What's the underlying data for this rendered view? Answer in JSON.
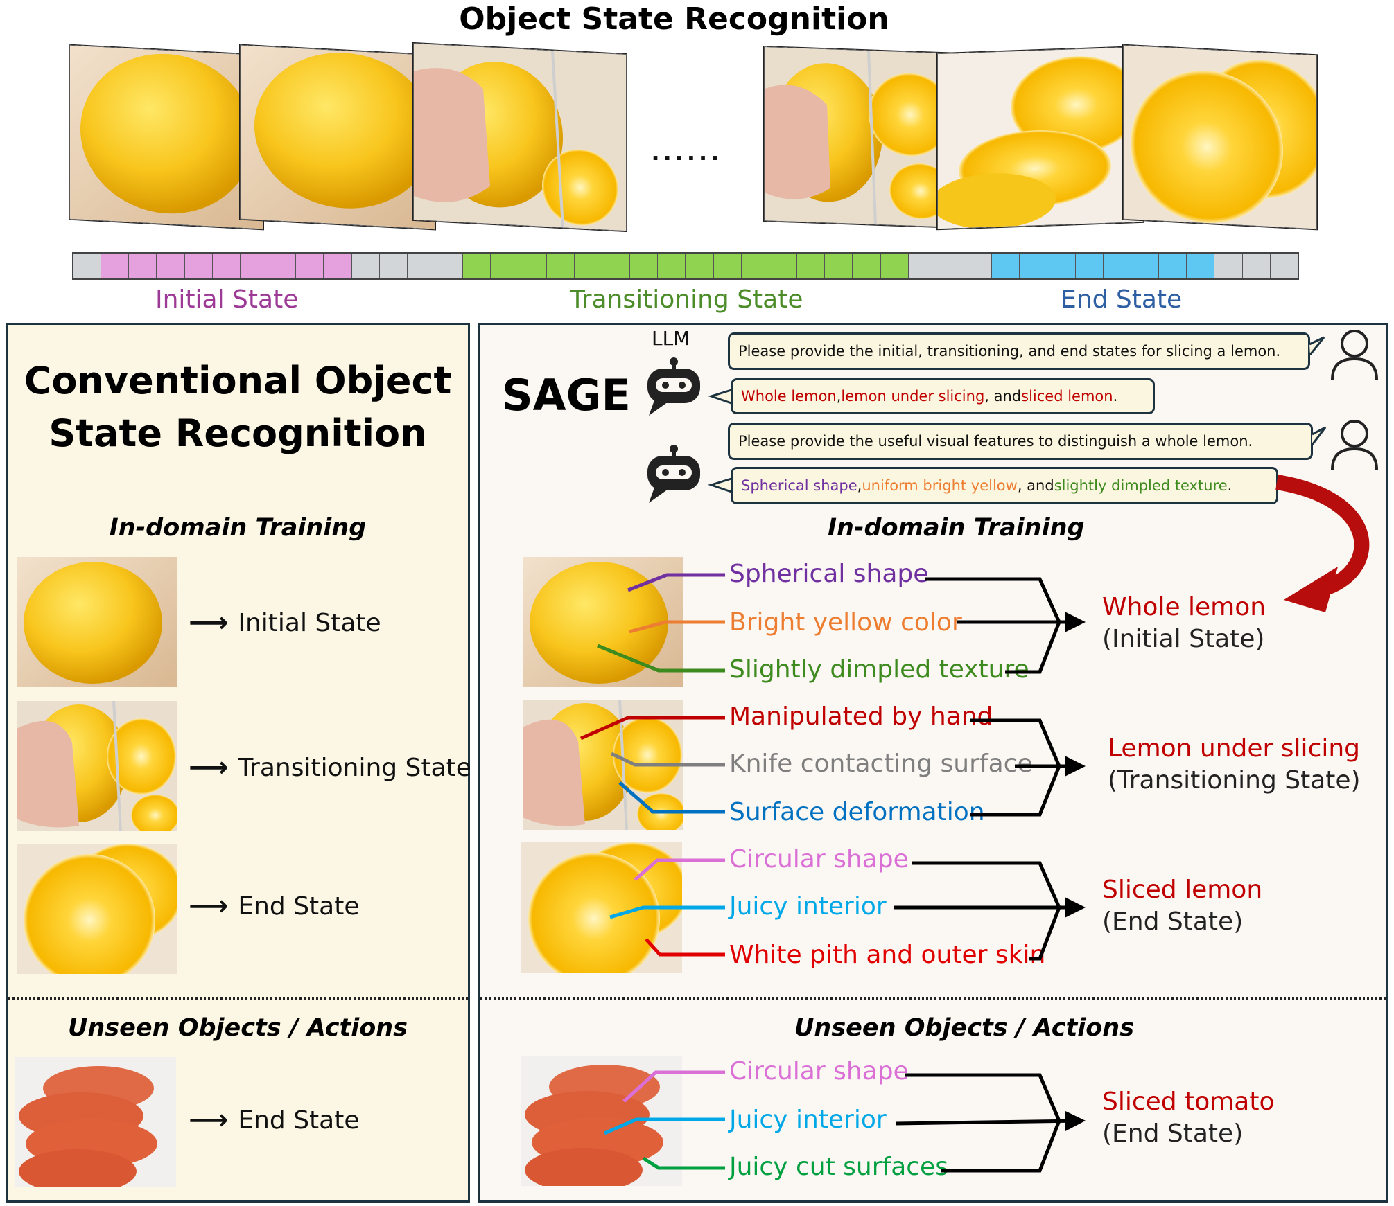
{
  "title": "Object State Recognition",
  "ellipsis": "......",
  "timeline": {
    "cells": [
      "g",
      "p",
      "p",
      "p",
      "p",
      "p",
      "p",
      "p",
      "p",
      "p",
      "g",
      "g",
      "g",
      "g",
      "gr",
      "gr",
      "gr",
      "gr",
      "gr",
      "gr",
      "gr",
      "gr",
      "gr",
      "gr",
      "gr",
      "gr",
      "gr",
      "gr",
      "gr",
      "gr",
      "g",
      "g",
      "g",
      "b",
      "b",
      "b",
      "b",
      "b",
      "b",
      "b",
      "b",
      "g",
      "g",
      "g"
    ],
    "colors": {
      "g": "#d3d6d8",
      "p": "#e5a0de",
      "gr": "#90d350",
      "b": "#5ec8f3"
    },
    "labels": {
      "initial": "Initial State",
      "transitioning": "Transitioning State",
      "end": "End State"
    },
    "label_colors": {
      "initial": "#9c3a96",
      "transitioning": "#4c8d2a",
      "end": "#2e5fa2"
    }
  },
  "left_panel": {
    "title_line1": "Conventional Object",
    "title_line2": "State Recognition",
    "in_domain_heading": "In-domain Training",
    "unseen_heading": "Unseen Objects / Actions",
    "rows": [
      {
        "label": "Initial State"
      },
      {
        "label": "Transitioning State"
      },
      {
        "label": "End State"
      }
    ],
    "unseen_row": {
      "label": "End State"
    },
    "arrow": "⟶"
  },
  "right_panel": {
    "title": "SAGE",
    "llm_label": "LLM",
    "chat": [
      {
        "role": "user",
        "text": "Please provide the initial, transitioning, and end states for slicing a lemon."
      },
      {
        "role": "llm",
        "parts": [
          {
            "text": "Whole lemon",
            "color": "#c00000"
          },
          {
            "text": ", ",
            "color": "#111111"
          },
          {
            "text": "lemon under slicing",
            "color": "#c00000"
          },
          {
            "text": ", and ",
            "color": "#111111"
          },
          {
            "text": "sliced lemon",
            "color": "#c00000"
          },
          {
            "text": ".",
            "color": "#111111"
          }
        ]
      },
      {
        "role": "user",
        "text": "Please provide the useful visual features to distinguish a whole lemon."
      },
      {
        "role": "llm",
        "parts": [
          {
            "text": "Spherical shape",
            "color": "#7030a0"
          },
          {
            "text": ", ",
            "color": "#111111"
          },
          {
            "text": "uniform bright yellow",
            "color": "#ed7d31"
          },
          {
            "text": ", and ",
            "color": "#111111"
          },
          {
            "text": "slightly dimpled texture",
            "color": "#3d8a1f"
          },
          {
            "text": ".",
            "color": "#111111"
          }
        ]
      }
    ],
    "in_domain_heading": "In-domain Training",
    "unseen_heading": "Unseen Objects / Actions",
    "groups": [
      {
        "features": [
          {
            "text": "Spherical shape",
            "color": "#7030a0"
          },
          {
            "text": "Bright yellow color",
            "color": "#ed7d31"
          },
          {
            "text": "Slightly dimpled texture",
            "color": "#3d8a1f"
          }
        ],
        "result_line1": "Whole lemon",
        "result_line2": "(Initial State)"
      },
      {
        "features": [
          {
            "text": "Manipulated by hand",
            "color": "#c00000"
          },
          {
            "text": "Knife contacting surface",
            "color": "#7f7f7f"
          },
          {
            "text": "Surface deformation",
            "color": "#0070c0"
          }
        ],
        "result_line1": "Lemon under slicing",
        "result_line2": "(Transitioning State)"
      },
      {
        "features": [
          {
            "text": "Circular shape",
            "color": "#da70d6"
          },
          {
            "text": "Juicy interior",
            "color": "#00a8e8"
          },
          {
            "text": "White pith and outer skin",
            "color": "#e00000"
          }
        ],
        "result_line1": "Sliced lemon",
        "result_line2": "(End State)"
      },
      {
        "features": [
          {
            "text": "Circular shape",
            "color": "#da70d6"
          },
          {
            "text": "Juicy interior",
            "color": "#00a8e8"
          },
          {
            "text": "Juicy cut surfaces",
            "color": "#00a040"
          }
        ],
        "result_line1": "Sliced tomato",
        "result_line2": "(End State)"
      }
    ]
  },
  "colors": {
    "left_bg": "#fcf7e5",
    "right_bg": "#fbf7f3",
    "border": "#1d3340",
    "lemon": "#f7c61a",
    "tomato": "#e0603a",
    "curved_arrow": "#b80d0d"
  }
}
